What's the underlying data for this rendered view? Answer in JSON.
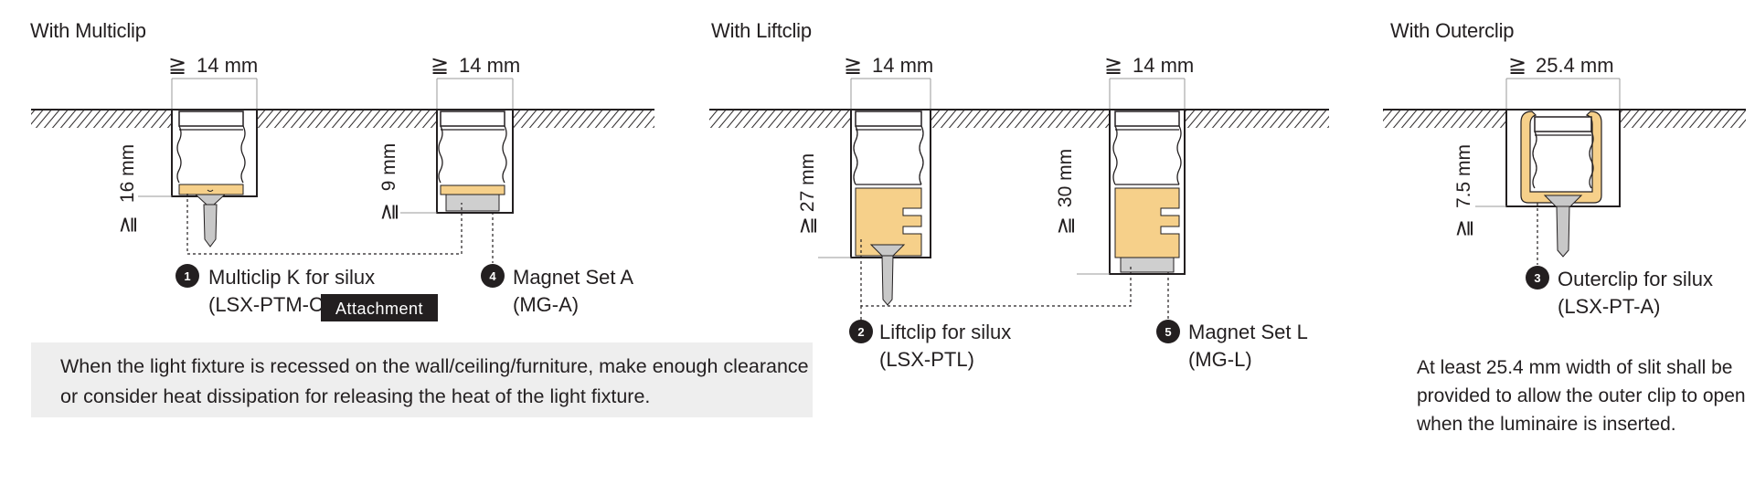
{
  "sections": {
    "multiclip": {
      "title": "With Multiclip",
      "width_a": "14 mm",
      "width_b": "14 mm",
      "depth_a": "16 mm",
      "depth_b": "9 mm"
    },
    "liftclip": {
      "title": "With Liftclip",
      "width_a": "14 mm",
      "width_b": "14 mm",
      "depth_a": "27 mm",
      "depth_b": "30 mm"
    },
    "outerclip": {
      "title": "With Outerclip",
      "width_a": "25.4 mm",
      "depth_a": "7.5 mm"
    }
  },
  "symbols": {
    "geq_h": "≧",
    "geq_v": "≧"
  },
  "callouts": [
    {
      "num": "1",
      "name": "Multiclip K for silux",
      "code": "(LSX-PTM-C)"
    },
    {
      "num": "2",
      "name": "Liftclip for silux",
      "code": "(LSX-PTL)"
    },
    {
      "num": "3",
      "name": "Outerclip for silux",
      "code": "(LSX-PT-A)"
    },
    {
      "num": "4",
      "name": "Magnet Set A",
      "code": "(MG-A)"
    },
    {
      "num": "5",
      "name": "Magnet Set L",
      "code": "(MG-L)"
    }
  ],
  "attachment_badge": "Attachment",
  "notes": {
    "recess": "When the light fixture is recessed on the wall/ceiling/furniture, make enough clearance or consider heat dissipation for releasing the heat of the light fixture.",
    "outer_clip": "At least 25.4 mm width of slit shall be provided to allow the outer clip to open when the luminaire is inserted."
  },
  "colors": {
    "ink": "#231f20",
    "clip_fill": "#f6d08a",
    "magnet_fill": "#cfcfcf",
    "screw_fill": "#c8c8c8",
    "note_bg": "#eeeeee",
    "badge_bg": "#231f20"
  }
}
